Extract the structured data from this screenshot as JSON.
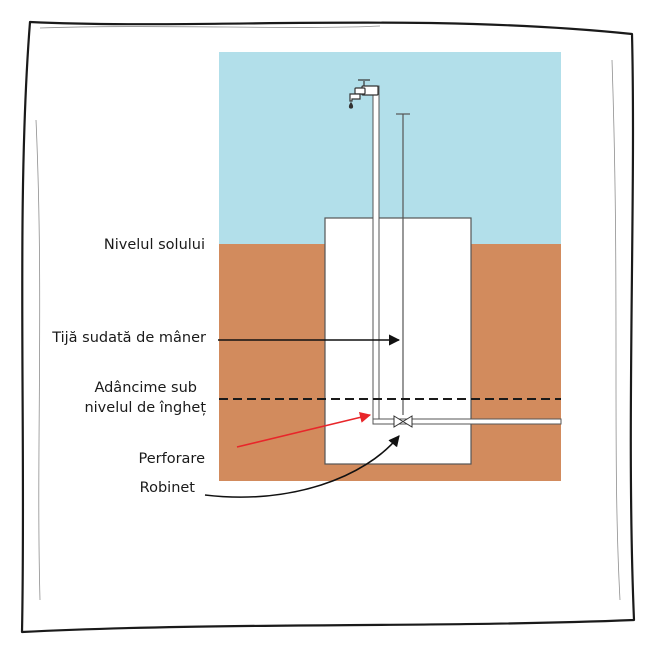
{
  "labels": {
    "ground_level": "Nivelul solului",
    "welded_rod": "Tijă sudată de mâner",
    "frost_depth_line1": "Adâncime sub",
    "frost_depth_line2": "nivelul de îngheț",
    "weep_hole": "Perforare",
    "valve": "Robinet"
  },
  "colors": {
    "sky": "#b2dfea",
    "soil": "#d28b5d",
    "pit": "#ffffff",
    "pipe": "#ffffff",
    "outline": "#555555",
    "frost_line": "#1a1a1a",
    "weep_arrow": "#e8262a",
    "pointer": "#111111",
    "frame": "#1a1a1a"
  },
  "icons": {
    "faucet": "faucet-icon",
    "valve": "valve-icon"
  }
}
